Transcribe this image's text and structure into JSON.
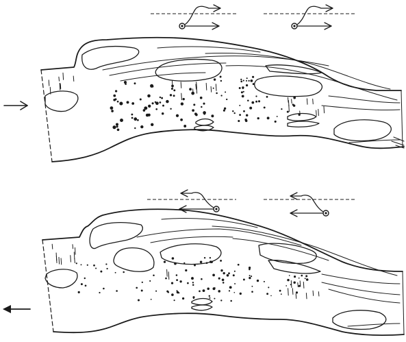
{
  "figure": {
    "panels": [
      {
        "id": "top",
        "flow": "right",
        "pair_direction": "right"
      },
      {
        "id": "bottom",
        "flow": "left",
        "pair_direction": "left"
      }
    ],
    "ink_color": "#1a1a1a",
    "background": "#ffffff"
  }
}
